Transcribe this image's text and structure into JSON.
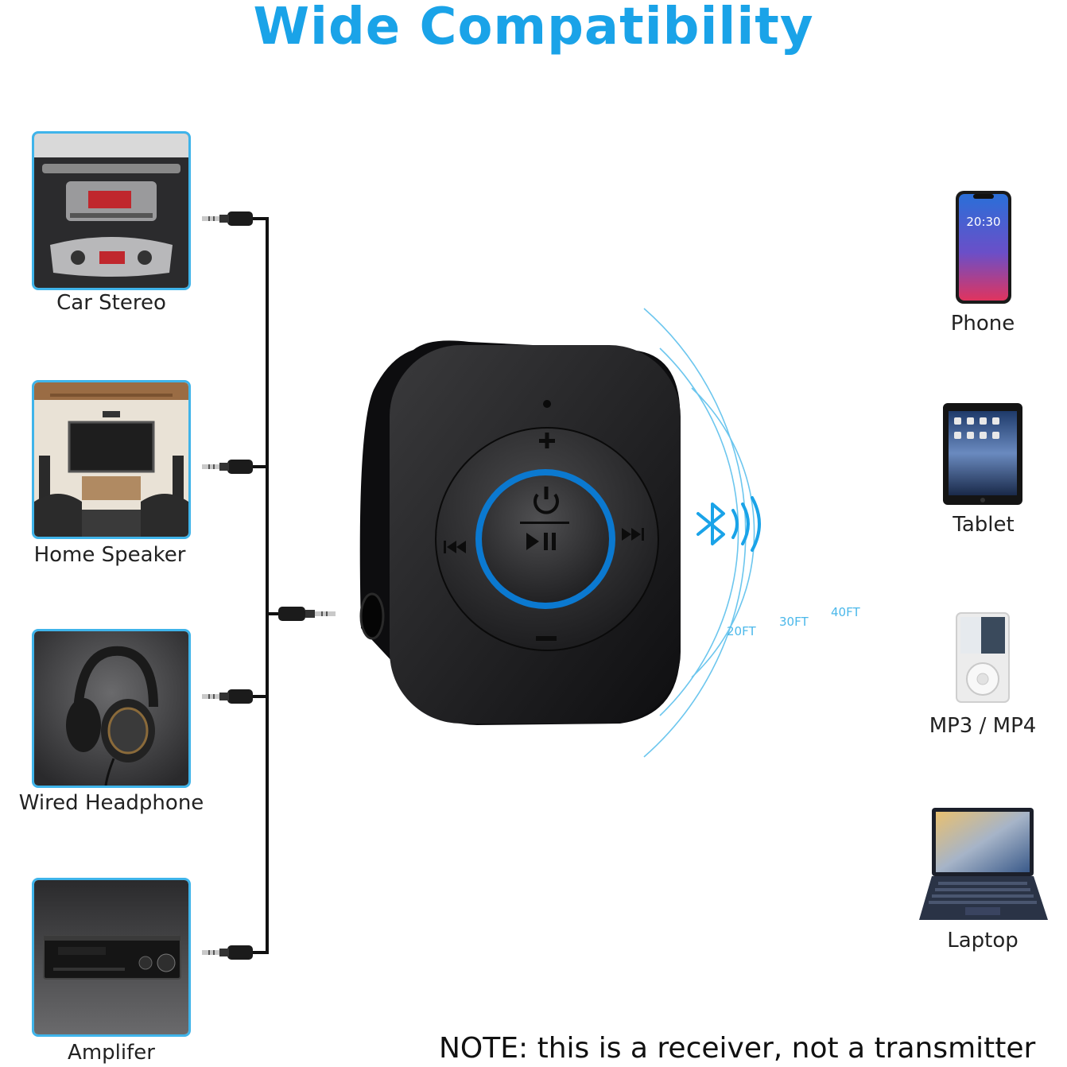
{
  "title": "Wide Compatibility",
  "wired_devices": [
    {
      "label": "Car Stereo",
      "icon": "car-stereo-icon"
    },
    {
      "label": "Home Speaker",
      "icon": "home-speaker-icon"
    },
    {
      "label": "Wired Headphone",
      "icon": "headphone-icon"
    },
    {
      "label": "Amplifer",
      "icon": "amplifier-icon"
    }
  ],
  "wireless_devices": [
    {
      "label": "Phone",
      "icon": "phone-icon",
      "screen_time": "20:30"
    },
    {
      "label": "Tablet",
      "icon": "tablet-icon"
    },
    {
      "label": "MP3 / MP4",
      "icon": "mp3-player-icon"
    },
    {
      "label": "Laptop",
      "icon": "laptop-icon"
    }
  ],
  "ranges": [
    "20FT",
    "30FT",
    "40FT"
  ],
  "note": "NOTE: this is a receiver, not a transmitter",
  "colors": {
    "accent": "#1aa3e8",
    "card_border": "#3fb4ea",
    "device_body": "#1c1c1e"
  }
}
